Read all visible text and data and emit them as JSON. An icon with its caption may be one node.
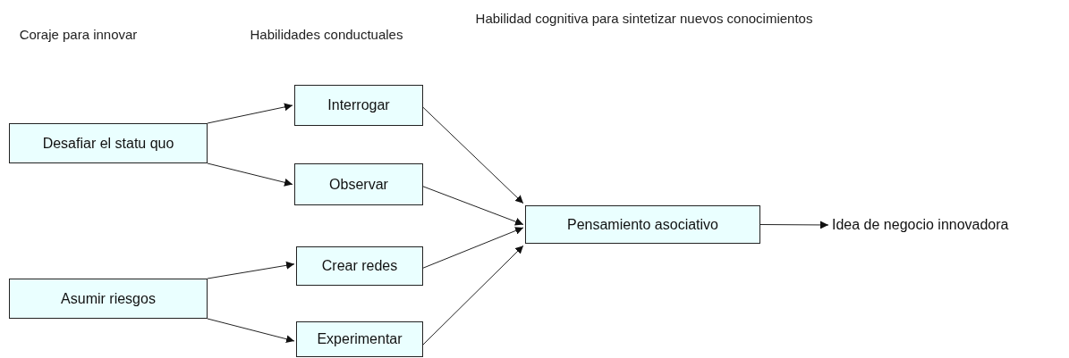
{
  "diagram": {
    "nodes": [
      {
        "text": [
          "Desafiar el statu quo"
        ]
      },
      {
        "text": [
          "Asumir riesgos"
        ]
      },
      {
        "text": [
          "Interrogar"
        ]
      },
      {
        "text": [
          "Observar"
        ]
      },
      {
        "text": [
          "Crear redes"
        ]
      },
      {
        "text": [
          "Experimentar"
        ]
      },
      {
        "text": [
          "Pensamiento asociativo"
        ]
      },
      {
        "text": [
          "Idea de negocio innovadora"
        ]
      }
    ],
    "edges": [
      {
        "from": 0,
        "to": 2,
        "arrow": "to"
      },
      {
        "from": 0,
        "to": 3,
        "arrow": "to"
      },
      {
        "from": 1,
        "to": 4,
        "arrow": "to"
      },
      {
        "from": 1,
        "to": 5,
        "arrow": "to"
      },
      {
        "from": 2,
        "to": 6,
        "arrow": "to"
      },
      {
        "from": 3,
        "to": 6,
        "arrow": "to"
      },
      {
        "from": 4,
        "to": 6,
        "arrow": "to"
      },
      {
        "from": 5,
        "to": 6,
        "arrow": "to"
      },
      {
        "from": 6,
        "to": 7,
        "arrow": "to"
      }
    ],
    "labels": [
      "Coraje para innovar",
      "Habilidades conductuales",
      "Habilidad cognitiva para sintetizar nuevos conocimientos"
    ]
  }
}
